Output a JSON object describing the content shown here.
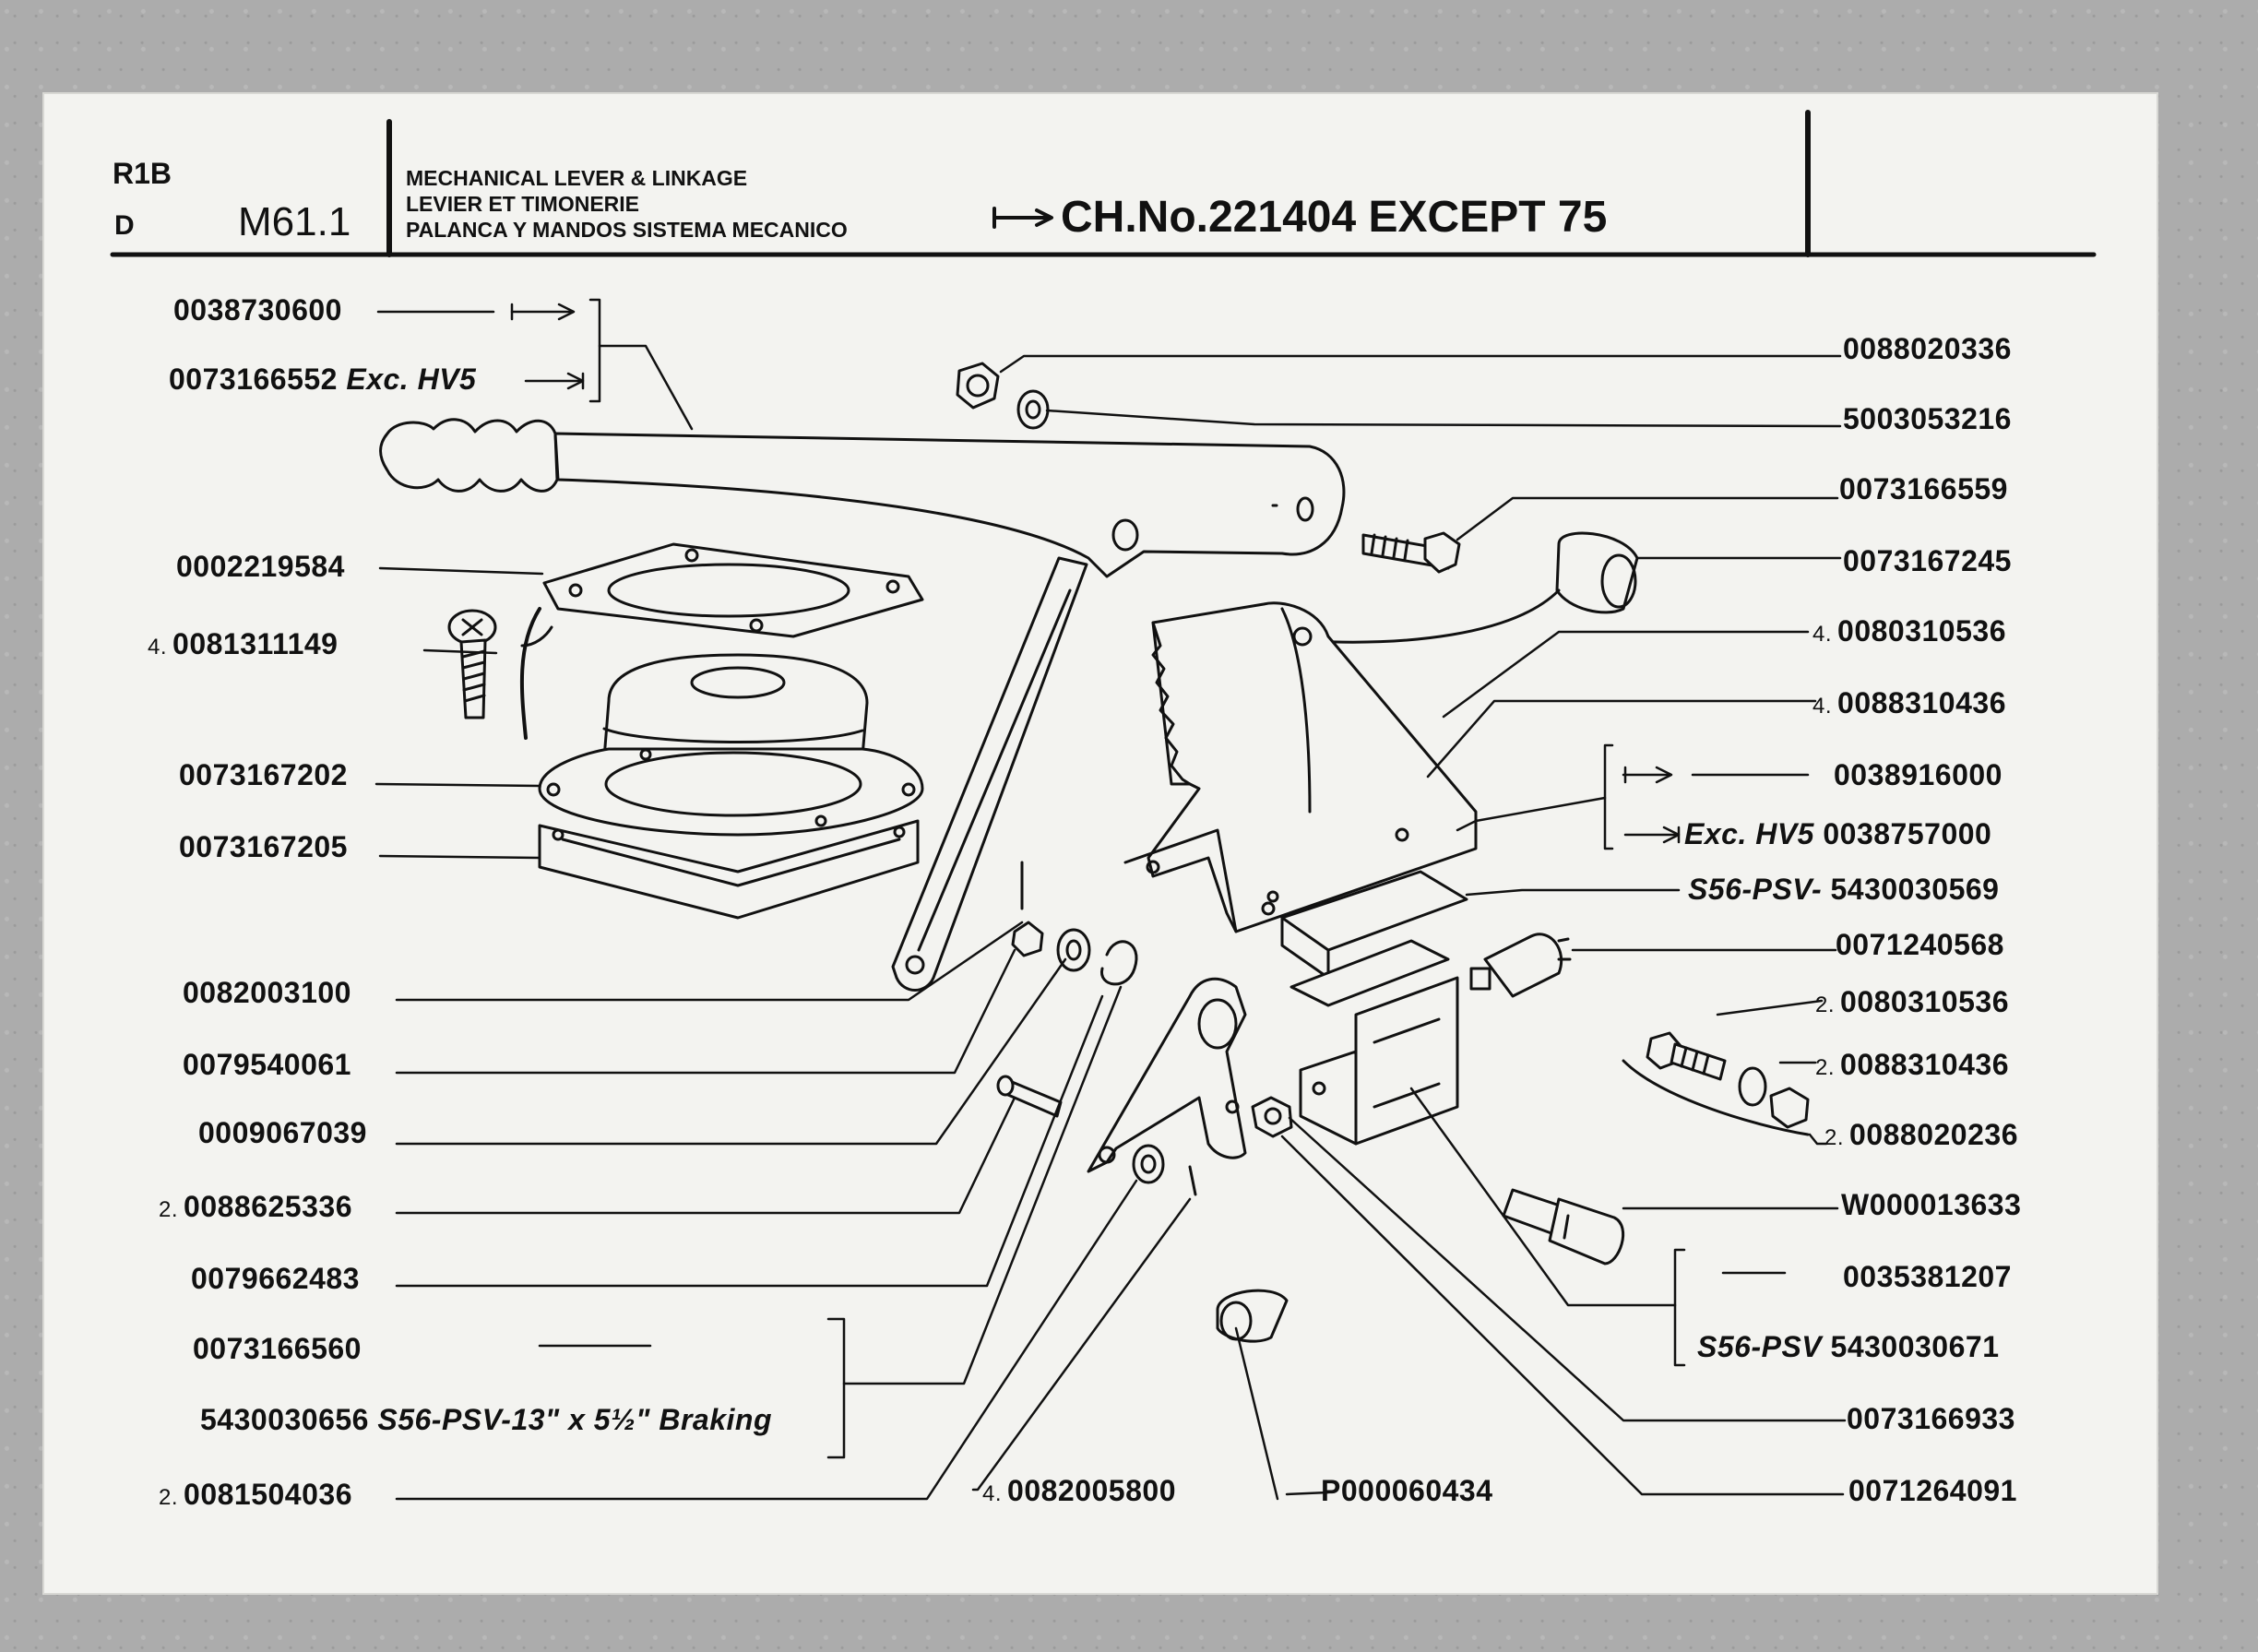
{
  "header": {
    "model_code": "R1B",
    "model_sub": "D",
    "page_code": "M61.1",
    "title_en": "MECHANICAL LEVER & LINKAGE",
    "title_fr": "LEVIER ET TIMONERIE",
    "title_es": "PALANCA Y MANDOS SISTEMA MECANICO",
    "chassis_note": "CH.No.221404 EXCEPT 75"
  },
  "left_parts": [
    {
      "qty": "",
      "pn": "0038730600",
      "note": ""
    },
    {
      "qty": "",
      "pn": "0073166552",
      "note": "Exc. HV5"
    },
    {
      "qty": "",
      "pn": "0002219584",
      "note": ""
    },
    {
      "qty": "4.",
      "pn": "0081311149",
      "note": ""
    },
    {
      "qty": "",
      "pn": "0073167202",
      "note": ""
    },
    {
      "qty": "",
      "pn": "0073167205",
      "note": ""
    },
    {
      "qty": "",
      "pn": "0082003100",
      "note": ""
    },
    {
      "qty": "",
      "pn": "0079540061",
      "note": ""
    },
    {
      "qty": "",
      "pn": "0009067039",
      "note": ""
    },
    {
      "qty": "2.",
      "pn": "0088625336",
      "note": ""
    },
    {
      "qty": "",
      "pn": "0079662483",
      "note": ""
    },
    {
      "qty": "",
      "pn": "0073166560",
      "note": ""
    },
    {
      "qty": "",
      "pn": "5430030656",
      "note": "S56-PSV-13\" x 5½\" Braking"
    },
    {
      "qty": "2.",
      "pn": "0081504036",
      "note": ""
    }
  ],
  "right_parts": [
    {
      "qty": "",
      "pn": "0088020336",
      "note": ""
    },
    {
      "qty": "",
      "pn": "5003053216",
      "note": ""
    },
    {
      "qty": "",
      "pn": "0073166559",
      "note": ""
    },
    {
      "qty": "",
      "pn": "0073167245",
      "note": ""
    },
    {
      "qty": "4.",
      "pn": "0080310536",
      "note": ""
    },
    {
      "qty": "4.",
      "pn": "0088310436",
      "note": ""
    },
    {
      "qty": "",
      "pn": "0038916000",
      "note": ""
    },
    {
      "qty": "",
      "pn": "0038757000",
      "note": "Exc. HV5"
    },
    {
      "qty": "",
      "pn": "5430030569",
      "note": "S56-PSV-"
    },
    {
      "qty": "",
      "pn": "0071240568",
      "note": ""
    },
    {
      "qty": "2.",
      "pn": "0080310536",
      "note": ""
    },
    {
      "qty": "2.",
      "pn": "0088310436",
      "note": ""
    },
    {
      "qty": "2.",
      "pn": "0088020236",
      "note": ""
    },
    {
      "qty": "",
      "pn": "W000013633",
      "note": ""
    },
    {
      "qty": "",
      "pn": "0035381207",
      "note": ""
    },
    {
      "qty": "",
      "pn": "5430030671",
      "note": "S56-PSV"
    },
    {
      "qty": "",
      "pn": "0073166933",
      "note": ""
    },
    {
      "qty": "",
      "pn": "0071264091",
      "note": ""
    }
  ],
  "bottom_parts": [
    {
      "qty": "4.",
      "pn": "0082005800"
    },
    {
      "qty": "",
      "pn": "P000060434"
    }
  ]
}
